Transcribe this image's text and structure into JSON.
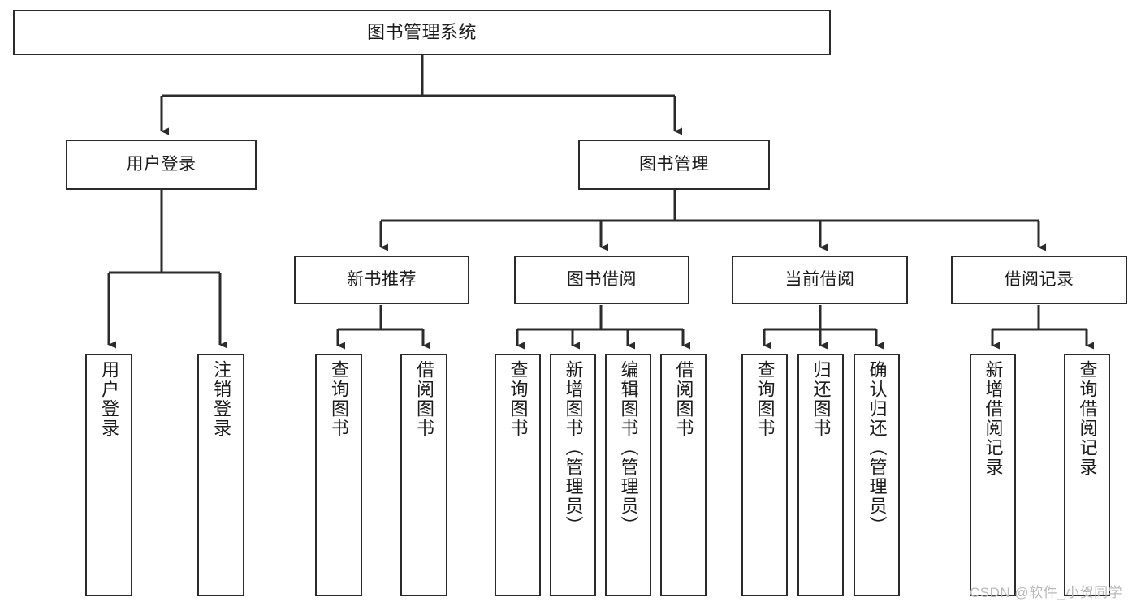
{
  "diagram": {
    "title": "图书管理系统",
    "type": "功能结构图",
    "theme": {
      "box_border": "#2b2b2b",
      "box_fill": "#ffffff",
      "line": "#2b2b2b",
      "text": "#1b1b1b",
      "background": "#ffffff",
      "watermark_color": "#b9b9b9"
    },
    "root": {
      "label": "图书管理系统"
    },
    "level2": [
      {
        "label": "用户登录"
      },
      {
        "label": "图书管理"
      }
    ],
    "level3": [
      {
        "label": "新书推荐"
      },
      {
        "label": "图书借阅"
      },
      {
        "label": "当前借阅"
      },
      {
        "label": "借阅记录"
      }
    ],
    "leaves": {
      "user_login": [
        {
          "label": "用户登录"
        },
        {
          "label": "注销登录"
        }
      ],
      "new_book_recommend": [
        {
          "label": "查询图书"
        },
        {
          "label": "借阅图书"
        }
      ],
      "book_borrow": [
        {
          "label": "查询图书"
        },
        {
          "label": "新增图书（管理员）"
        },
        {
          "label": "编辑图书（管理员）"
        },
        {
          "label": "借阅图书"
        }
      ],
      "current_borrow": [
        {
          "label": "查询图书"
        },
        {
          "label": "归还图书"
        },
        {
          "label": "确认归还（管理员）"
        }
      ],
      "borrow_record": [
        {
          "label": "新增借阅记录"
        },
        {
          "label": "查询借阅记录"
        }
      ]
    }
  },
  "watermark": {
    "text": "CSDN @软件_小贺同学"
  }
}
